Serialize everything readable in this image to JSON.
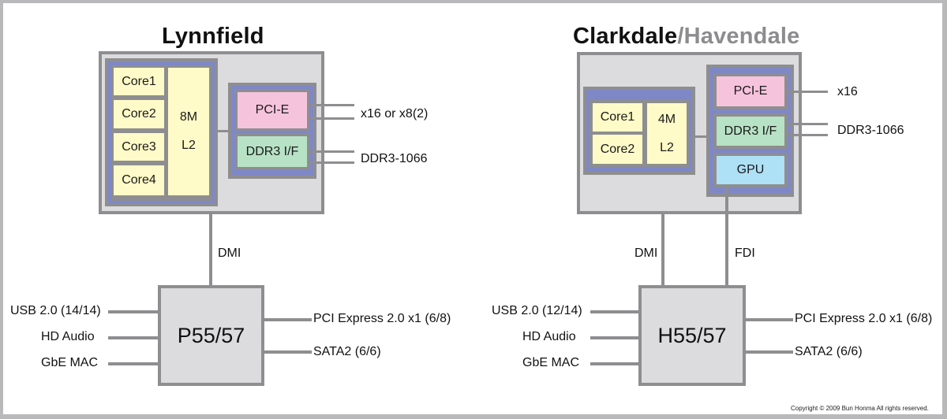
{
  "left": {
    "title": "Lynnfield",
    "cores": [
      "Core1",
      "Core2",
      "Core3",
      "Core4"
    ],
    "cache": {
      "size": "8M",
      "level": "L2"
    },
    "uncore": {
      "pcie": "PCI-E",
      "ddr": "DDR3 I/F"
    },
    "pcie_out": "x16 or x8(2)",
    "ddr_out": "DDR3-1066",
    "link_dmi": "DMI",
    "chipset": "P55/57",
    "chipset_left": [
      "USB 2.0 (14/14)",
      "HD Audio",
      "GbE MAC"
    ],
    "chipset_right": [
      "PCI Express 2.0 x1 (6/8)",
      "SATA2 (6/6)"
    ]
  },
  "right": {
    "title_main": "Clarkdale",
    "title_alt": "/Havendale",
    "cores": [
      "Core1",
      "Core2"
    ],
    "cache": {
      "size": "4M",
      "level": "L2"
    },
    "uncore": {
      "pcie": "PCI-E",
      "ddr": "DDR3 I/F",
      "gpu": "GPU"
    },
    "pcie_out": "x16",
    "ddr_out": "DDR3-1066",
    "link_dmi": "DMI",
    "link_fdi": "FDI",
    "chipset": "H55/57",
    "chipset_left": [
      "USB 2.0 (12/14)",
      "HD Audio",
      "GbE MAC"
    ],
    "chipset_right": [
      "PCI Express 2.0 x1 (6/8)",
      "SATA2 (6/6)"
    ]
  },
  "copyright": "Copyright © 2009 Bun Honma  All rights reserved.",
  "colors": {
    "package": "#dcdcde",
    "border": "#8e8e90",
    "block": "#7f88c6",
    "core": "#fffbc8",
    "pcie": "#f6c3dd",
    "ddr": "#b7e2c5",
    "gpu": "#aee0f6"
  }
}
